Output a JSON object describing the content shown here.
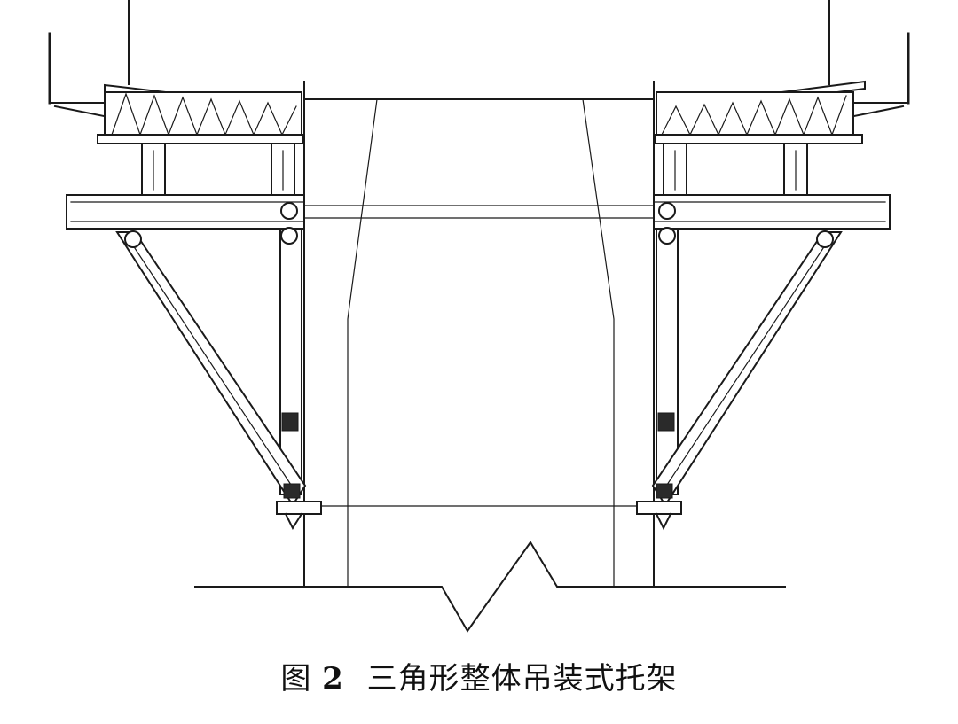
{
  "caption": {
    "label": "图",
    "number": "2",
    "text": "三角形整体吊装式托架"
  },
  "colors": {
    "line": "#1a1a1a",
    "background": "#ffffff"
  }
}
